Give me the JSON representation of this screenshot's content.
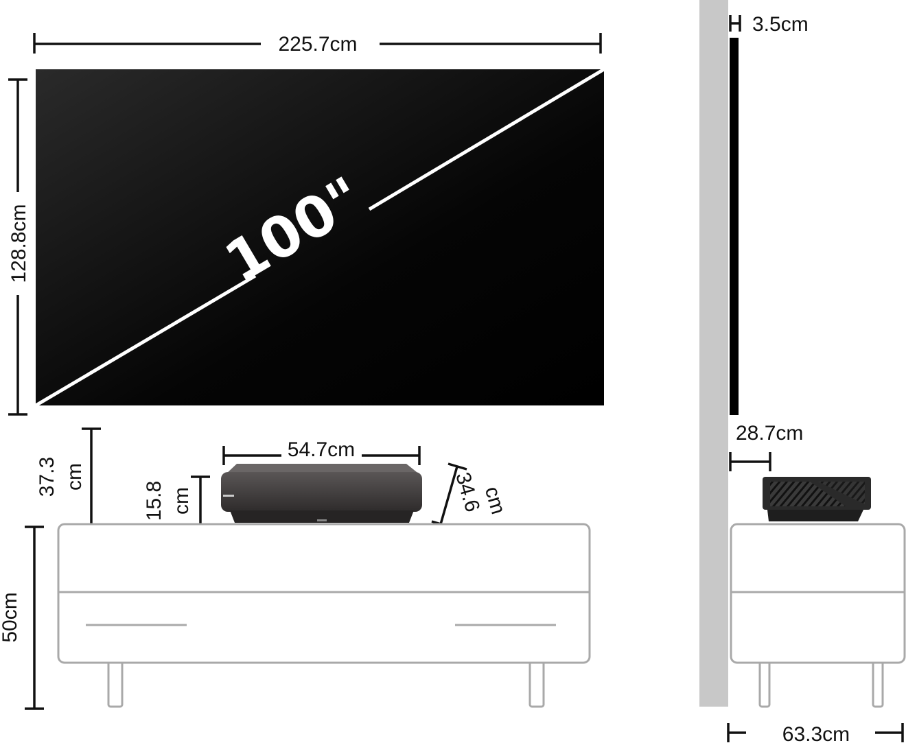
{
  "screen": {
    "diagonal_label": "100\"",
    "width_label": "225.7cm",
    "height_label": "128.8cm",
    "thickness_label": "3.5cm"
  },
  "projector": {
    "throw_height_line1": "37.3",
    "throw_height_line2": "cm",
    "height_line1": "15.8",
    "height_line2": "cm",
    "width_label": "54.7cm",
    "depth_line1": "34.6",
    "depth_line2": "cm",
    "wall_distance_label": "28.7cm"
  },
  "cabinet": {
    "height_label": "50cm",
    "depth_label": "63.3cm"
  }
}
